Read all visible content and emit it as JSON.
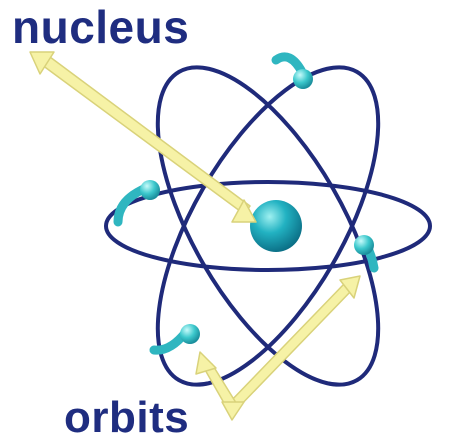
{
  "labels": {
    "nucleus": "nucleus",
    "orbits": "orbits"
  },
  "colors": {
    "background": "#ffffff",
    "label_text": "#1f2d80",
    "orbit_stroke": "#1f2a7a",
    "electron_fill": "#36c4c9",
    "nucleus_fill": "#1aa3b4",
    "arrow_fill": "#f6f2a6",
    "arrow_outline": "#d9d27a"
  },
  "diagram": {
    "orbit_count": 3,
    "electron_count": 4,
    "arrow_count": 3
  }
}
